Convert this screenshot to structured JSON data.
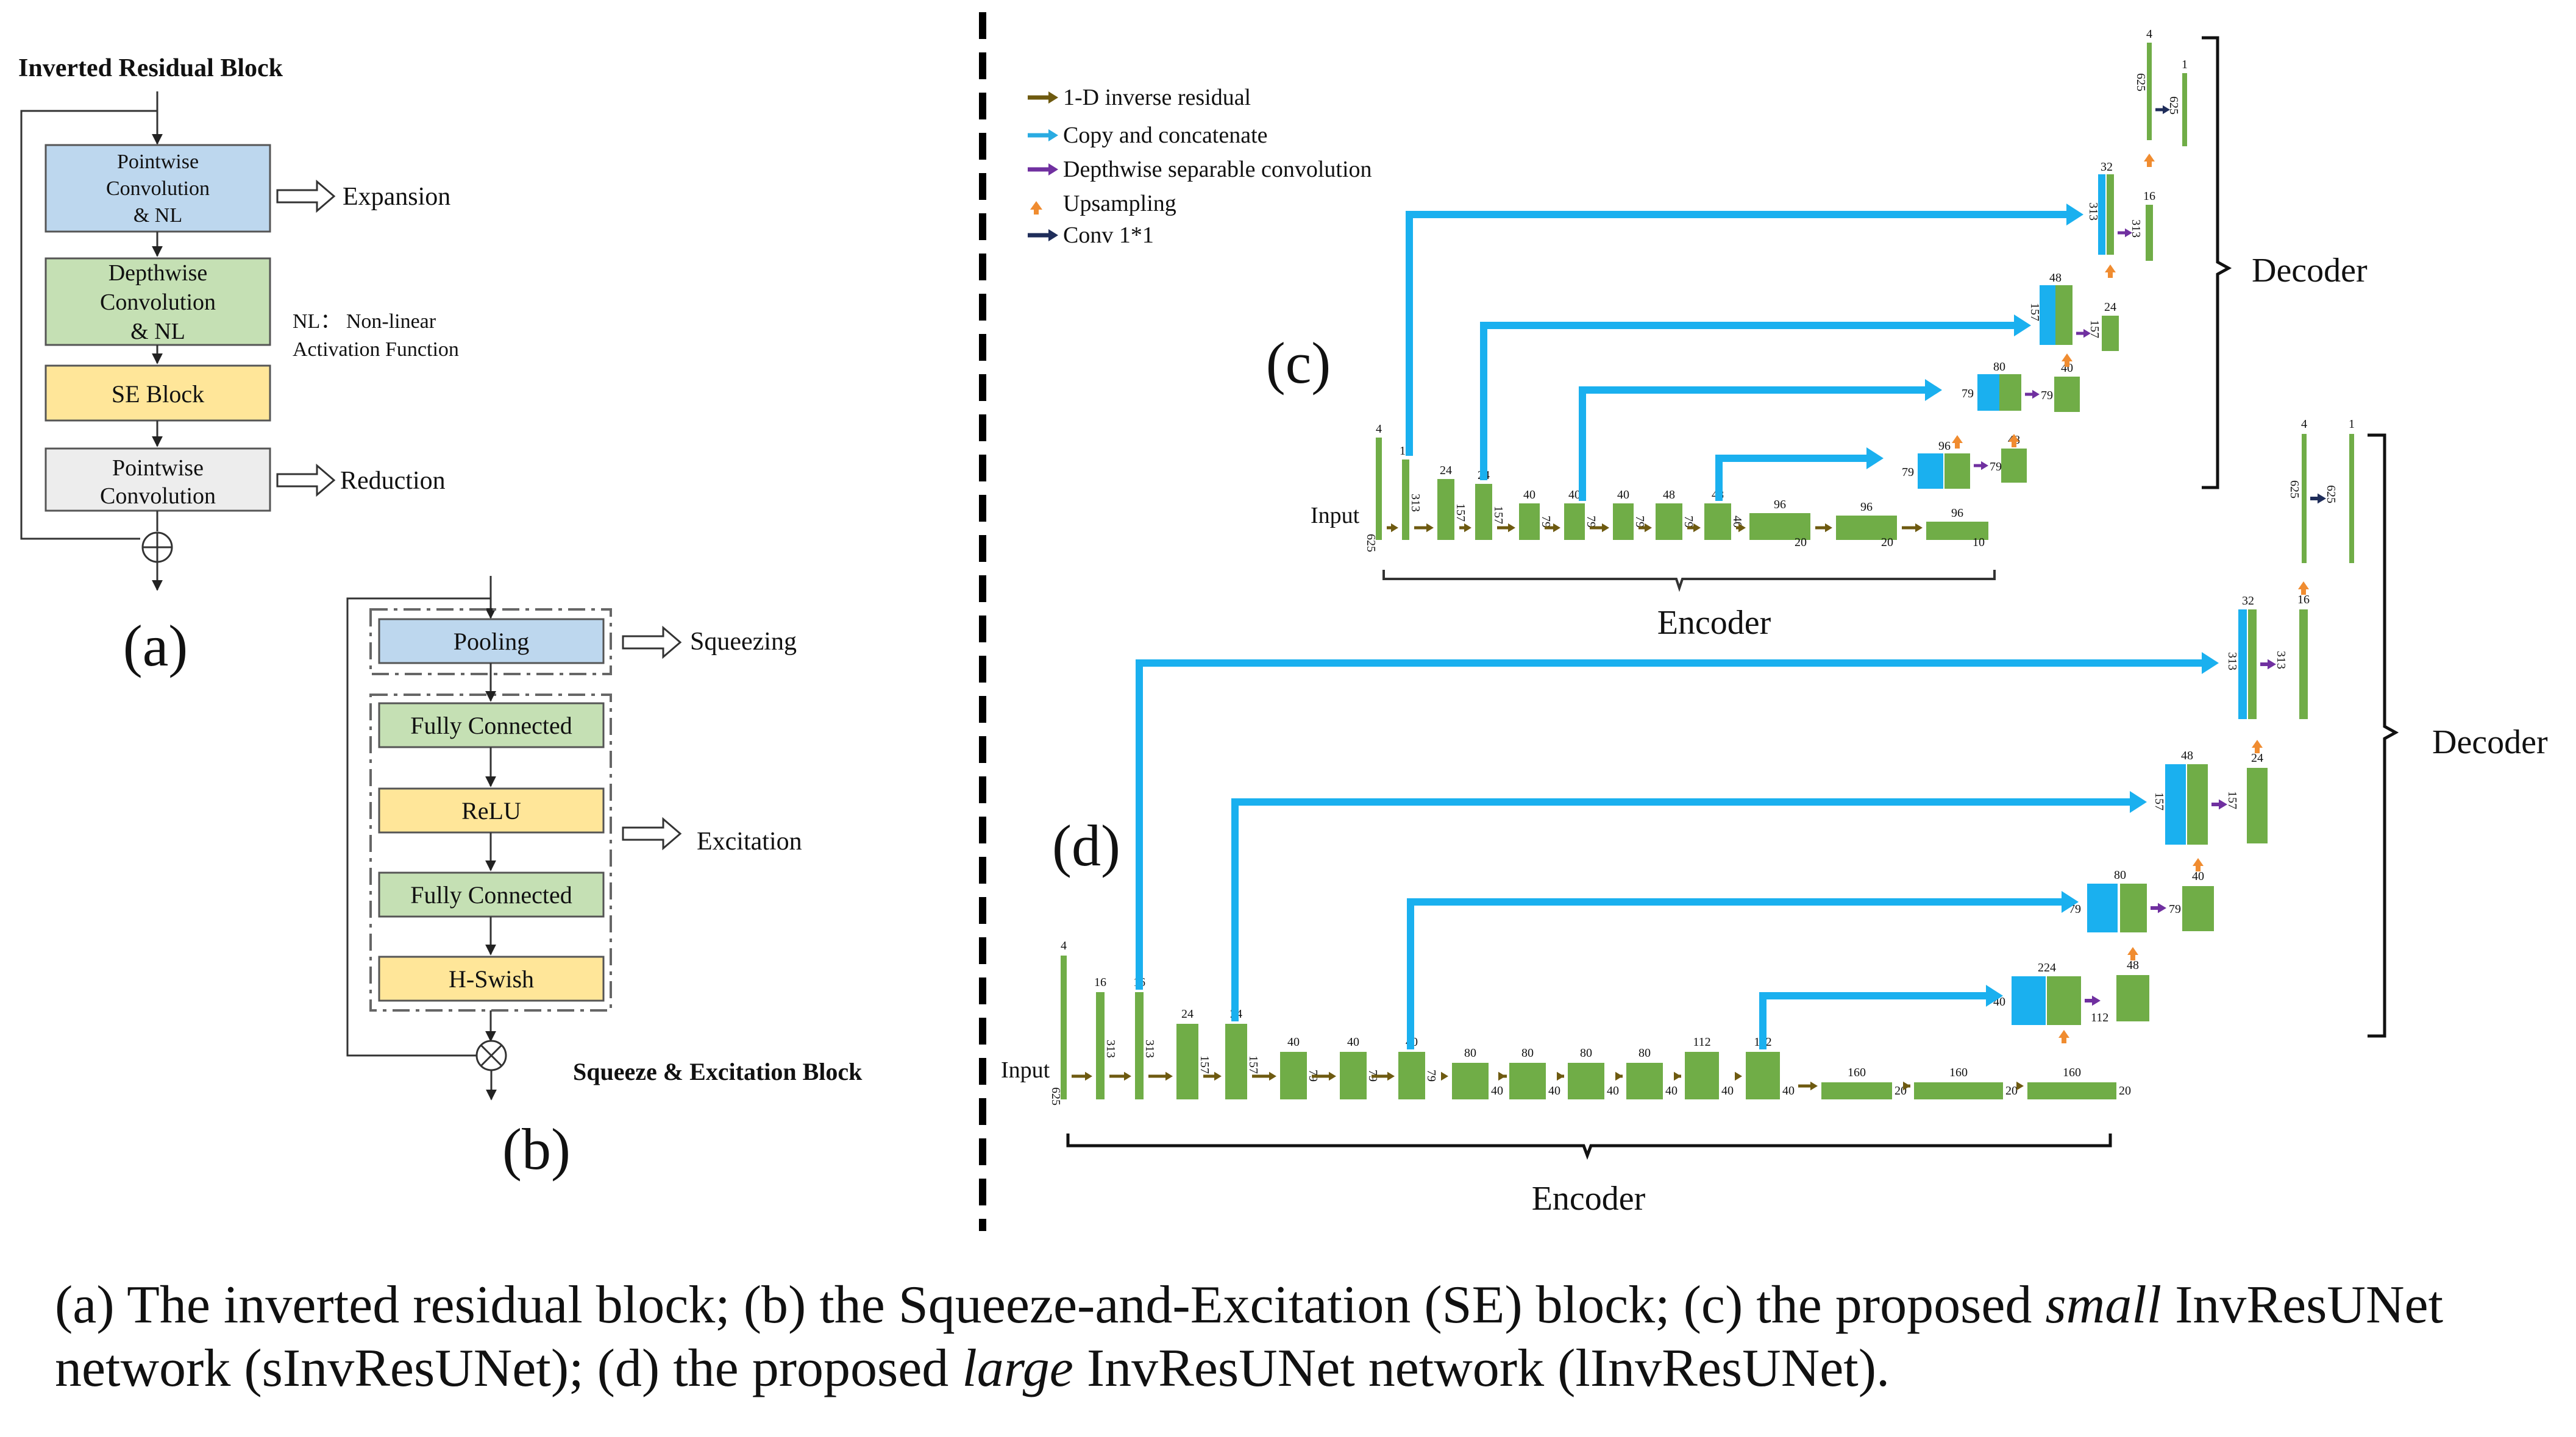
{
  "panel_a": {
    "title": "Inverted Residual Block",
    "blocks": {
      "pw1": [
        "Pointwise",
        "Convolution",
        "& NL"
      ],
      "dw": [
        "Depthwise",
        "Convolution",
        "& NL"
      ],
      "se": "SE Block",
      "pw2": [
        "Pointwise",
        "Convolution"
      ]
    },
    "expansion": "Expansion",
    "reduction": "Reduction",
    "note": [
      "NL： Non-linear",
      "Activation Function"
    ],
    "label": "(a)"
  },
  "panel_b": {
    "blocks": [
      "Pooling",
      "Fully Connected",
      "ReLU",
      "Fully Connected",
      "H-Swish"
    ],
    "squeezing": "Squeezing",
    "excitation": "Excitation",
    "title": "Squeeze & Excitation Block",
    "label": "(b)"
  },
  "legend": [
    {
      "text": "1-D inverse residual",
      "color": "#6e5a10"
    },
    {
      "text": "Copy and concatenate",
      "color": "#29abe2"
    },
    {
      "text": "Depthwise separable convolution",
      "color": "#7030a0"
    },
    {
      "text": "Upsampling",
      "color": "#f08c30"
    },
    {
      "text": "Conv 1*1",
      "color": "#1f2d5a"
    }
  ],
  "colors": {
    "green": "#70ad47",
    "blue": "#1ab0ef",
    "pw_blue": "#bdd7ee",
    "dw_green": "#c5e0b4",
    "se_yellow": "#ffe699",
    "gray": "#ededed",
    "brown": "#6e5a10",
    "purple": "#7030a0",
    "orange": "#f08c30",
    "navy": "#1f2d5a"
  },
  "panel_c": {
    "label": "(c)",
    "input": "Input",
    "encoder": "Encoder",
    "decoder": "Decoder",
    "enc_blocks": [
      {
        "top": "4",
        "side": "625"
      },
      {
        "top": "16",
        "side": "313"
      },
      {
        "top": "24",
        "side": "157"
      },
      {
        "top": "24",
        "side": "157"
      },
      {
        "top": "40",
        "side": "79"
      },
      {
        "top": "40",
        "side": "79"
      },
      {
        "top": "40",
        "side": "79"
      },
      {
        "top": "48",
        "side": "79"
      },
      {
        "top": "48",
        "side": "40"
      },
      {
        "top": "96",
        "side": "20"
      },
      {
        "top": "96",
        "side": "20"
      },
      {
        "top": "96",
        "side": "10"
      }
    ],
    "dec_levels": [
      {
        "top": "96",
        "left_side": "79",
        "right_side": "79",
        "right_top": "48"
      },
      {
        "top": "80",
        "left_side": "79",
        "right_side": "79",
        "right_top": "40"
      },
      {
        "top": "48",
        "left_side": "157",
        "right_side": "157",
        "right_top": "24"
      },
      {
        "top": "32",
        "left_side": "313",
        "right_side": "313",
        "right_top": "16"
      },
      {
        "top": "4",
        "left_side": "625",
        "right_side": "625",
        "right_top": "1"
      }
    ]
  },
  "panel_d": {
    "label": "(d)",
    "input": "Input",
    "encoder": "Encoder",
    "decoder": "Decoder",
    "enc_blocks": [
      {
        "top": "4",
        "side": "625"
      },
      {
        "top": "16",
        "side": "313"
      },
      {
        "top": "16",
        "side": "313"
      },
      {
        "top": "24",
        "side": "157"
      },
      {
        "top": "24",
        "side": "157"
      },
      {
        "top": "40",
        "side": "79"
      },
      {
        "top": "40",
        "side": "79"
      },
      {
        "top": "40",
        "side": "79"
      },
      {
        "top": "80",
        "side": "40"
      },
      {
        "top": "80",
        "side": "40"
      },
      {
        "top": "80",
        "side": "40"
      },
      {
        "top": "80",
        "side": "40"
      },
      {
        "top": "112",
        "side": "40"
      },
      {
        "top": "112",
        "side": "40"
      },
      {
        "top": "160",
        "side": "20"
      },
      {
        "top": "160",
        "side": "20"
      },
      {
        "top": "160",
        "side": "20"
      }
    ],
    "dec_levels": [
      {
        "top": "224",
        "left_side": "40",
        "right_side": "112",
        "right_top": "48"
      },
      {
        "top": "80",
        "left_side": "79",
        "right_side": "79",
        "right_top": "40"
      },
      {
        "top": "48",
        "left_side": "157",
        "right_side": "157",
        "right_top": "24"
      },
      {
        "top": "32",
        "left_side": "313",
        "right_side": "313",
        "right_top": "16"
      },
      {
        "top": "4",
        "left_side": "625",
        "right_side": "625",
        "right_top": "1"
      }
    ]
  },
  "caption": {
    "a": "(a) The inverted residual block; (b) the Squeeze-and-Excitation (SE) block; (c) the proposed ",
    "small": "small",
    "b": " InvResUNet network (sInvResUNet); (d) the proposed ",
    "large": "large",
    "c": " InvResUNet network (lInvResUNet)."
  }
}
